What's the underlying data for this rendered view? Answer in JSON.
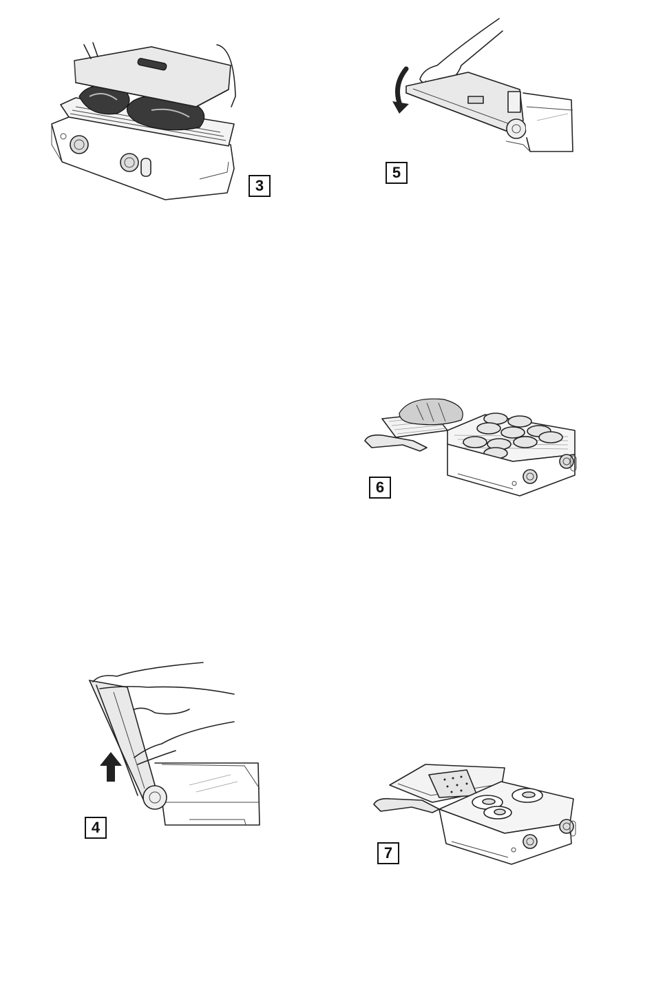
{
  "figures": {
    "fig3": {
      "label": "3",
      "icon": "closed-grill-with-steaks-icon"
    },
    "fig4": {
      "label": "4",
      "icon": "lifting-grill-lid-icon"
    },
    "fig5": {
      "label": "5",
      "icon": "lowering-grill-lid-icon"
    },
    "fig6": {
      "label": "6",
      "icon": "open-grill-with-burgers-icon"
    },
    "fig7": {
      "label": "7",
      "icon": "open-griddle-with-eggs-icon"
    }
  }
}
